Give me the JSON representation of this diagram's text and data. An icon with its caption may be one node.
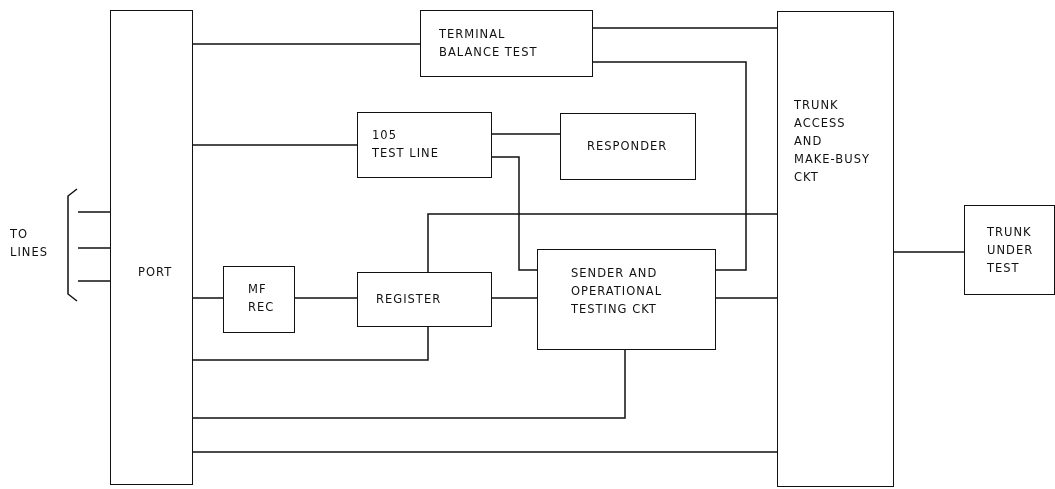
{
  "diagram": {
    "nodes": [
      {
        "text": [
          "PORT"
        ]
      },
      {
        "text": [
          "TO LINES"
        ]
      },
      {
        "text": [
          "TERMINAL BALANCE TEST"
        ]
      },
      {
        "text": [
          "105 TEST LINE"
        ]
      },
      {
        "text": [
          "RESPONDER"
        ]
      },
      {
        "text": [
          "TRUNK ACCESS AND MAKE-BUSY CKT"
        ]
      },
      {
        "text": [
          "MF REC"
        ]
      },
      {
        "text": [
          "REGISTER"
        ]
      },
      {
        "text": [
          "SENDER AND OPERATIONAL TESTING CKT"
        ]
      },
      {
        "text": [
          "TRUNK UNDER TEST"
        ]
      }
    ],
    "edges": [
      {
        "from": 1,
        "to": 0,
        "arrow": "none"
      },
      {
        "from": 1,
        "to": 0,
        "arrow": "none"
      },
      {
        "from": 1,
        "to": 0,
        "arrow": "none"
      },
      {
        "from": 0,
        "to": 2,
        "arrow": "none"
      },
      {
        "from": 2,
        "to": 5,
        "arrow": "none"
      },
      {
        "from": 2,
        "to": 8,
        "arrow": "none"
      },
      {
        "from": 0,
        "to": 3,
        "arrow": "none"
      },
      {
        "from": 3,
        "to": 4,
        "arrow": "none"
      },
      {
        "from": 3,
        "to": 8,
        "arrow": "none"
      },
      {
        "from": 7,
        "to": 5,
        "arrow": "none"
      },
      {
        "from": 0,
        "to": 6,
        "arrow": "none"
      },
      {
        "from": 6,
        "to": 7,
        "arrow": "none"
      },
      {
        "from": 7,
        "to": 8,
        "arrow": "none"
      },
      {
        "from": 8,
        "to": 5,
        "arrow": "none"
      },
      {
        "from": 0,
        "to": 7,
        "arrow": "none"
      },
      {
        "from": 0,
        "to": 8,
        "arrow": "none"
      },
      {
        "from": 0,
        "to": 5,
        "arrow": "none"
      },
      {
        "from": 5,
        "to": 9,
        "arrow": "none"
      }
    ]
  }
}
